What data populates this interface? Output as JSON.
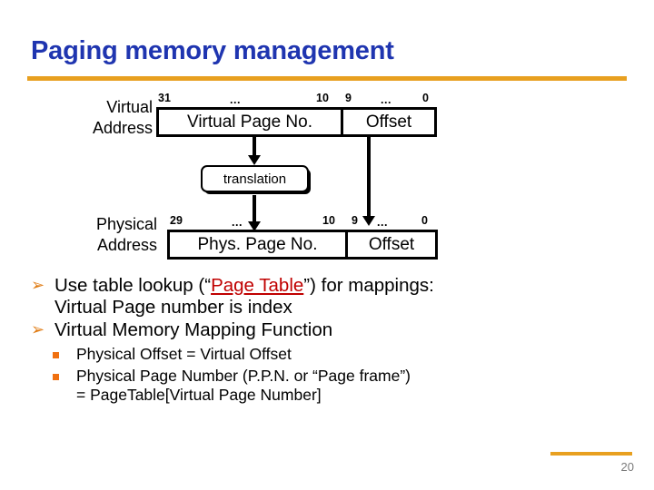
{
  "slide": {
    "title": "Paging memory management",
    "page_number": "20",
    "accent_orange": "#e8a020",
    "title_blue": "#1f35b0",
    "link_red": "#c00000",
    "bullet_orange": "#f07010"
  },
  "diagram": {
    "virtual": {
      "label_line1": "Virtual",
      "label_line2": "Address",
      "bits": {
        "high": "31",
        "dots_left": "...",
        "low_page": "10",
        "high_offset": "9",
        "dots_right": "...",
        "low_offset": "0"
      },
      "cells": [
        {
          "name": "virtual-page-no",
          "text": "Virtual Page No."
        },
        {
          "name": "virtual-offset",
          "text": "Offset"
        }
      ]
    },
    "translation": {
      "label": "translation"
    },
    "physical": {
      "label_line1": "Physical",
      "label_line2": "Address",
      "bits": {
        "high": "29",
        "dots_left": "...",
        "low_page": "10",
        "high_offset": "9",
        "dots_right": "...",
        "low_offset": "0"
      },
      "cells": [
        {
          "name": "phys-page-no",
          "text": "Phys. Page No."
        },
        {
          "name": "phys-offset",
          "text": "Offset"
        }
      ]
    }
  },
  "body": {
    "bullet_arrow_glyph": "➢",
    "items": [
      {
        "pre": "Use table lookup (“",
        "link": "Page Table",
        "post": "”) for mappings:",
        "cont": "Virtual Page number is index"
      },
      {
        "pre": "Virtual Memory Mapping Function",
        "link": "",
        "post": "",
        "cont": ""
      }
    ],
    "subitems": [
      {
        "text": "Physical Offset = Virtual Offset",
        "cont": ""
      },
      {
        "text": "Physical Page Number (P.P.N. or “Page frame”)",
        "cont": "= PageTable[Virtual Page Number]"
      }
    ]
  }
}
